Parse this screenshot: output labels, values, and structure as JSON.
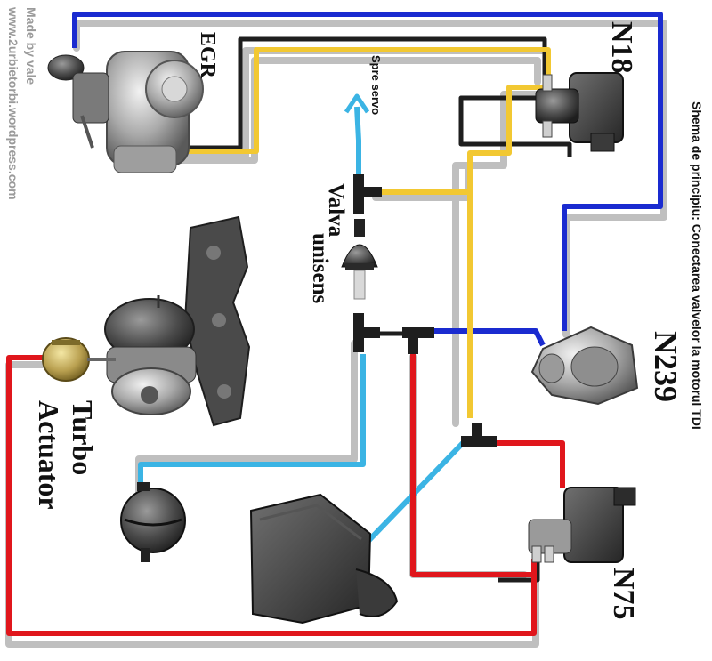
{
  "labels": {
    "egr": "EGR",
    "n18": "N18",
    "n239": "N239",
    "n75": "N75",
    "turbo": "Turbo",
    "actuator": "Actuator",
    "valva": "Valva",
    "unisens": "unisens",
    "spre_servo": "Spre servo",
    "title": "Shema de principiu: Conectarea valvelor la motorul TDI",
    "credit_line1": "Made by vale",
    "credit_line2": "www.2urbietorbi.wordpress.com"
  },
  "colors": {
    "vacuum_blue": "#1a2bd0",
    "boost_yellow": "#f2c832",
    "pressure_red": "#e0161c",
    "servo_cyan": "#3bb4e4",
    "shadow_gray": "#8c8c8c",
    "hose_black": "#1e1e1e"
  }
}
